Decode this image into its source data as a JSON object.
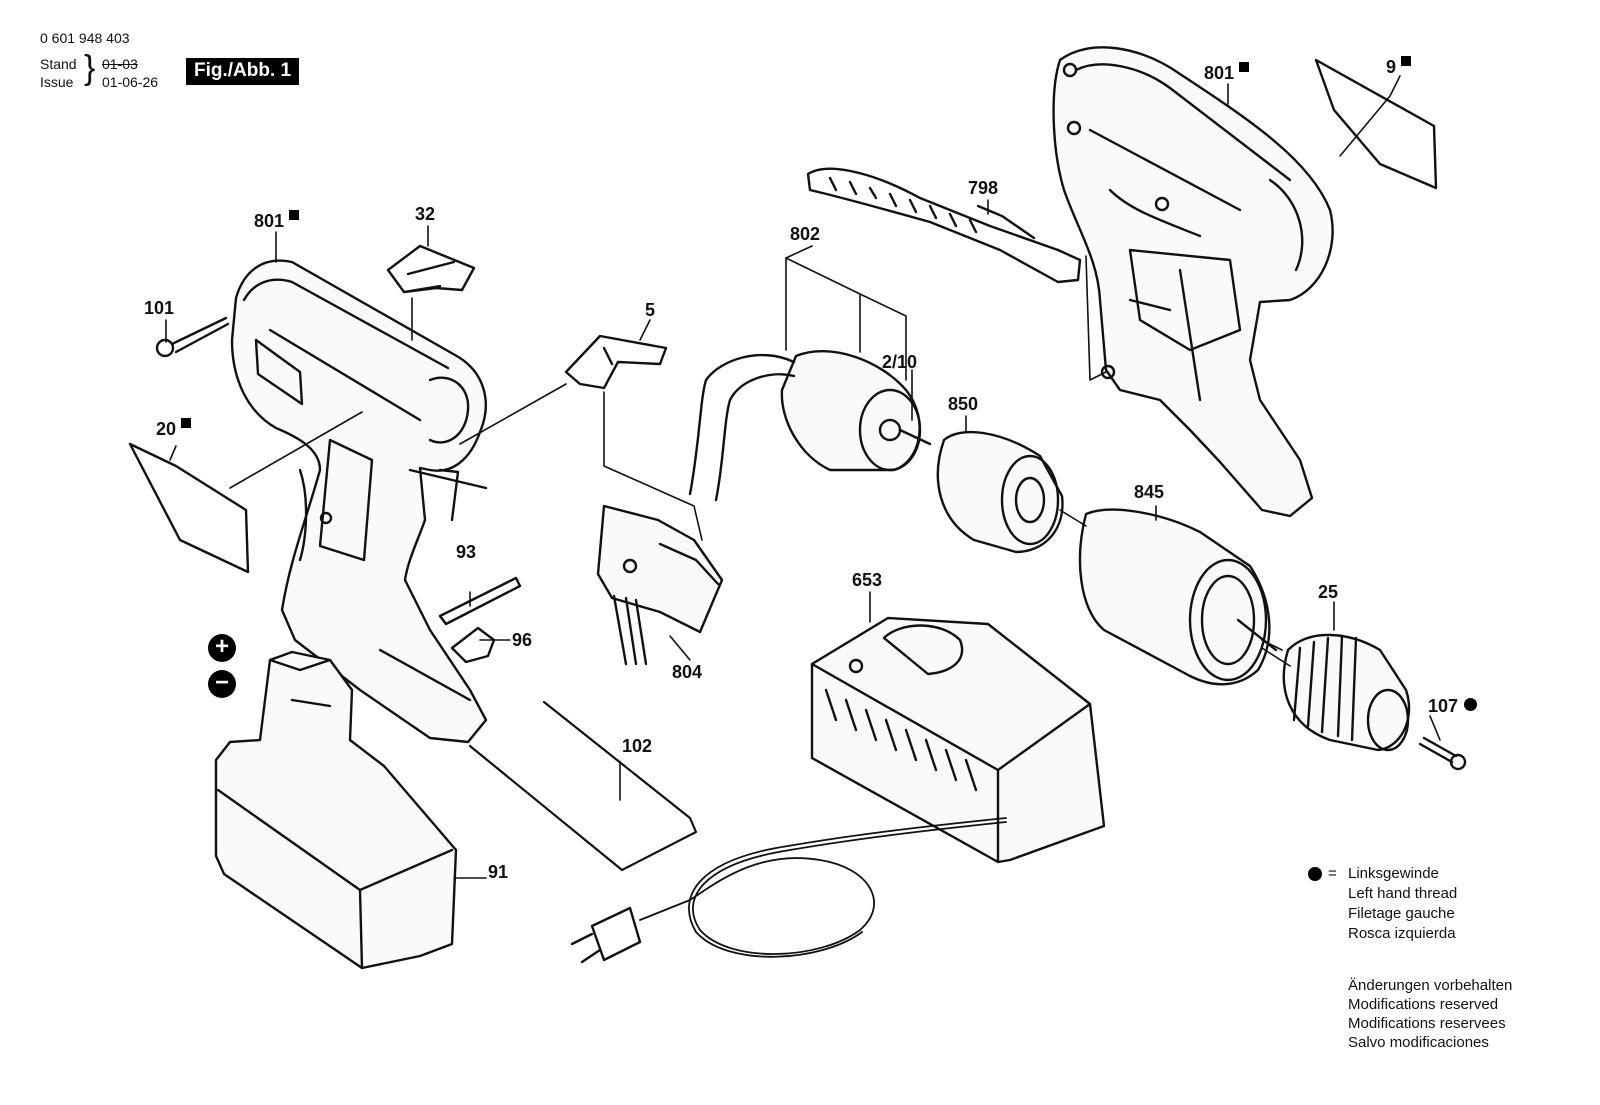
{
  "header": {
    "part_number": "0 601 948 403",
    "stand_label": "Stand",
    "issue_label": "Issue",
    "old_date": "01-03",
    "new_date": "01-06-26",
    "figure_tag": "Fig./Abb. 1"
  },
  "callouts": {
    "c801a": "801",
    "c32": "32",
    "c101": "101",
    "c20": "20",
    "c5": "5",
    "c798": "798",
    "c802": "802",
    "c2_10": "2/10",
    "c850": "850",
    "c801b": "801",
    "c9": "9",
    "c845": "845",
    "c93": "93",
    "c96": "96",
    "c804": "804",
    "c653": "653",
    "c25": "25",
    "c107": "107",
    "c102": "102",
    "c91": "91"
  },
  "battery_terminals": {
    "plus": "+",
    "minus": "−"
  },
  "legend": {
    "equals": "=",
    "lines": [
      "Linksgewinde",
      "Left hand thread",
      "Filetage gauche",
      "Rosca izquierda"
    ]
  },
  "notes": {
    "lines": [
      "Änderungen vorbehalten",
      "Modifications reserved",
      "Modifications reservees",
      "Salvo modificaciones"
    ]
  }
}
